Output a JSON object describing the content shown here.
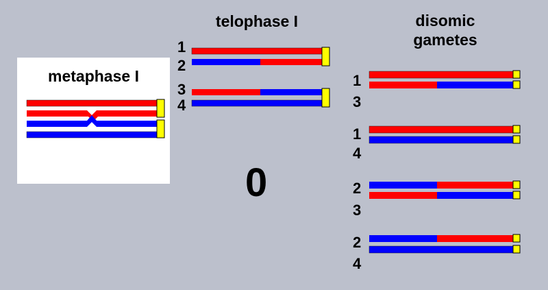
{
  "colors": {
    "background": "#bcc0cc",
    "red": "#ff0000",
    "blue": "#0000ff",
    "centromere": "#ffff00",
    "panel": "#ffffff"
  },
  "metaphase": {
    "title": "metaphase I"
  },
  "telophase": {
    "title": "telophase I",
    "labels": [
      "1",
      "2",
      "3",
      "4"
    ],
    "count": "0"
  },
  "gametes": {
    "title_line1": "disomic",
    "title_line2": "gametes",
    "pairs": [
      {
        "top": "1",
        "bottom": "3"
      },
      {
        "top": "1",
        "bottom": "4"
      },
      {
        "top": "2",
        "bottom": "3"
      },
      {
        "top": "2",
        "bottom": "4"
      }
    ]
  }
}
